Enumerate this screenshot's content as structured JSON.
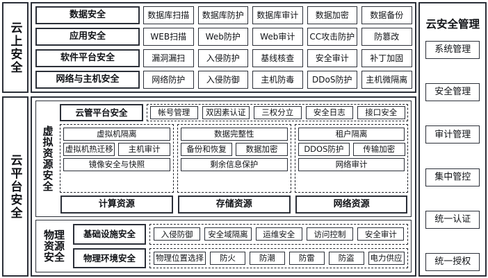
{
  "left_rail": {
    "items": [
      {
        "name": "cloud-upper-security",
        "label": "云上安全"
      },
      {
        "name": "cloud-platform-security",
        "label": "云平台安全"
      }
    ]
  },
  "cloud_upper": {
    "rows": [
      {
        "category": "数据安全",
        "items": [
          "数据库扫描",
          "数据库防护",
          "数据库审计",
          "数据加密",
          "数据备份"
        ]
      },
      {
        "category": "应用安全",
        "items": [
          "WEB扫描",
          "Web防护",
          "Web审计",
          "CC攻击防护",
          "防篡改"
        ]
      },
      {
        "category": "软件平台安全",
        "items": [
          "漏洞漏扫",
          "入侵防护",
          "基线核查",
          "安全审计",
          "补丁加固"
        ]
      },
      {
        "category": "网络与主机安全",
        "items": [
          "网络防护",
          "入侵防御",
          "主机防毒",
          "DDoS防护",
          "主机微隔离"
        ]
      }
    ]
  },
  "virtual_resource": {
    "label": "虚拟资源安全",
    "cloud_mgmt": {
      "category": "云管平台安全",
      "items": [
        "帐号管理",
        "双因素认证",
        "三权分立",
        "安全日志",
        "接口安全"
      ]
    },
    "groups": [
      {
        "name": "compute-group",
        "head": "虚拟机隔离",
        "pair": [
          "虚拟机热迁移",
          "主机审计"
        ],
        "foot": "镜像安全与快照"
      },
      {
        "name": "storage-group",
        "head": "数据完整性",
        "pair": [
          "备份和恢复",
          "数据加密"
        ],
        "foot": "剩余信息保护"
      },
      {
        "name": "network-group",
        "head": "租户隔离",
        "pair": [
          "DDOS防护",
          "传输加密"
        ],
        "foot": "网络审计"
      }
    ],
    "resources": [
      "计算资源",
      "存储资源",
      "网络资源"
    ]
  },
  "physical_resource": {
    "label": "物理资源安全",
    "rows": [
      {
        "category": "基础设施安全",
        "items": [
          "入侵防御",
          "安全域隔离",
          "运维安全",
          "访问控制",
          "安全审计"
        ]
      },
      {
        "category": "物理环境安全",
        "items": [
          "物理位置选择",
          "防火",
          "防潮",
          "防雷",
          "防盗",
          "电力供应"
        ]
      }
    ]
  },
  "right_rail": {
    "title": "云安全管理",
    "items": [
      "系统管理",
      "安全管理",
      "审计管理",
      "集中管控",
      "统一认证",
      "统一授权"
    ]
  },
  "colors": {
    "border": "#2b2f38",
    "text": "#101216",
    "background": "#ffffff"
  }
}
